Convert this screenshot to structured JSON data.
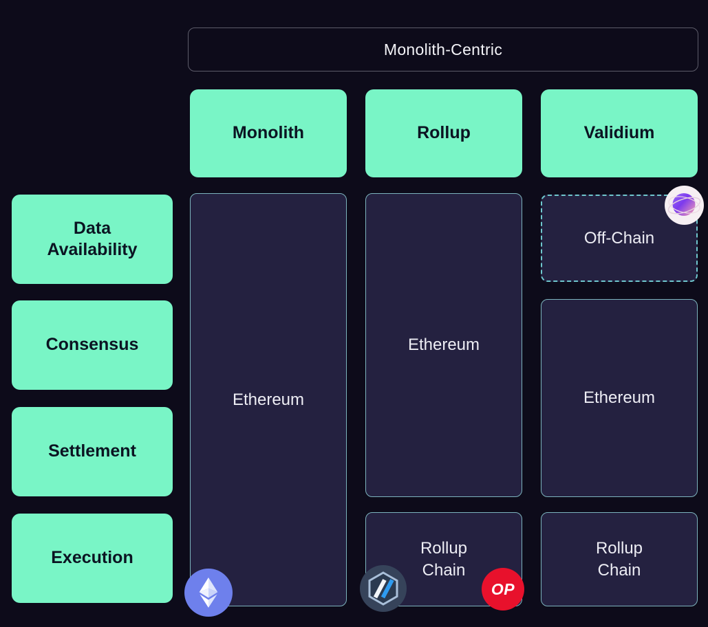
{
  "diagram": {
    "title": "Monolith-Centric",
    "columns": [
      {
        "label": "Monolith"
      },
      {
        "label": "Rollup"
      },
      {
        "label": "Validium"
      }
    ],
    "rows": [
      {
        "label": "Data Availability"
      },
      {
        "label": "Consensus"
      },
      {
        "label": "Settlement"
      },
      {
        "label": "Execution"
      }
    ],
    "cells": {
      "monolith_full": {
        "label": "Ethereum",
        "icon": "ethereum-icon"
      },
      "rollup_upper": {
        "label": "Ethereum"
      },
      "rollup_execution": {
        "label": "Rollup Chain",
        "icons": [
          "arbitrum-icon",
          "optimism-icon"
        ]
      },
      "validium_data_availability": {
        "label": "Off-Chain",
        "icon": "orbit-sphere-icon",
        "border_style": "dashed"
      },
      "validium_middle": {
        "label": "Ethereum"
      },
      "validium_execution": {
        "label": "Rollup Chain"
      }
    },
    "icons": {
      "optimism_label": "OP"
    },
    "colors": {
      "background": "#0D0B1A",
      "accent_green": "#79F5C6",
      "green_text": "#0B1422",
      "cell_fill": "#242140",
      "cell_border": "#7DB4BE",
      "dashed_border": "#6FC7CE",
      "title_border": "#C8C8D4",
      "cell_text": "#EDEDF4",
      "ethereum_blue": "#6E80EC",
      "arbitrum_navy": "#36435A",
      "optimism_red": "#E8112C"
    }
  }
}
